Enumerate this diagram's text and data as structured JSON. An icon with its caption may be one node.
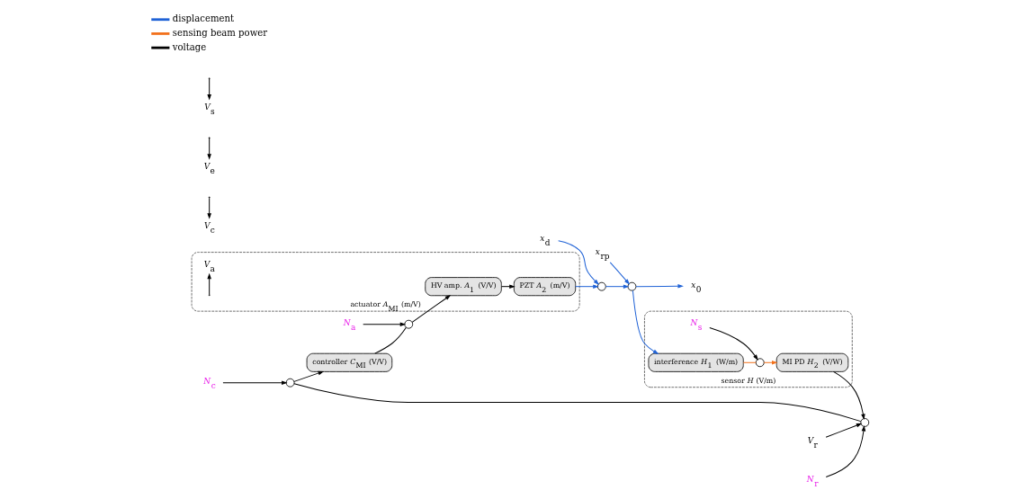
{
  "diagram": {
    "nodes": [
      {
        "text": [
          "*N*$_{c}$"
        ]
      },
      {
        "text": [],
        "shape": "circle"
      },
      {
        "text": [
          "controller *C*$_{MI}$ (V/V)"
        ]
      },
      {
        "text": [
          "*V*$_{c}$"
        ]
      },
      {
        "text": [
          "*N*$_{a}$"
        ]
      },
      {
        "text": [],
        "shape": "circle"
      },
      {
        "text": [
          "actuator *A*$_{MI}$ (m/V)"
        ]
      },
      {
        "text": [
          "HV amp. *A*$_{1}$ (V/V)"
        ],
        "in": 6
      },
      {
        "text": [
          "*V*$_{a}$"
        ],
        "in": 6
      },
      {
        "text": [
          "PZT *A*$_{2}$ (m/V)"
        ],
        "in": 6
      },
      {
        "text": [
          "*x*$_{d}$"
        ]
      },
      {
        "text": [],
        "shape": "circle"
      },
      {
        "text": [
          "*x*$_{rp}$"
        ]
      },
      {
        "text": [],
        "shape": "circle"
      },
      {
        "text": [
          "*V*$_{e}$"
        ]
      },
      {
        "text": [
          "*V*$_{r}$"
        ]
      },
      {
        "text": [],
        "shape": "circle"
      },
      {
        "text": [
          "*N*$_{r}$"
        ]
      },
      {
        "text": [
          "*V*$_{s}$"
        ]
      },
      {
        "text": [
          "sensor *H* (V/m)"
        ]
      },
      {
        "text": [
          "MI PD *H*$_{2}$ (V/W)"
        ],
        "in": 19
      },
      {
        "text": [
          "*N*$_{s}$"
        ],
        "in": 19
      },
      {
        "text": [],
        "shape": "circle",
        "in": 19
      },
      {
        "text": [
          "interference *H*$_{1}$ (W/m)"
        ],
        "in": 19
      },
      {
        "text": [
          "*x*$_{0}$"
        ]
      }
    ],
    "edges": [
      {
        "from": 0,
        "to": 1,
        "arrow": "to"
      },
      {
        "from": 1,
        "to": 2,
        "arrow": "to"
      },
      {
        "from": 2,
        "to": 5,
        "arrow": "none"
      },
      {
        "from": null,
        "to": 3,
        "arrow": "to"
      },
      {
        "from": 4,
        "to": 5,
        "arrow": "to"
      },
      {
        "from": 5,
        "to": 7,
        "arrow": "to"
      },
      {
        "from": 7,
        "to": 9,
        "arrow": "to"
      },
      {
        "from": null,
        "to": 8,
        "arrow": "to"
      },
      {
        "from": 9,
        "to": 11,
        "arrow": "to",
        "color": "#1f62d6"
      },
      {
        "from": 10,
        "to": 11,
        "arrow": "to",
        "color": "#1f62d6"
      },
      {
        "from": 11,
        "to": 13,
        "arrow": "to",
        "color": "#1f62d6"
      },
      {
        "from": 12,
        "to": 13,
        "arrow": "to",
        "color": "#1f62d6"
      },
      {
        "from": 13,
        "to": 24,
        "arrow": "to",
        "color": "#1f62d6"
      },
      {
        "from": 13,
        "to": 23,
        "arrow": "to",
        "color": "#1f62d6"
      },
      {
        "from": 23,
        "to": 22,
        "arrow": "none",
        "color": "#f2711c"
      },
      {
        "from": 21,
        "to": 22,
        "arrow": "to"
      },
      {
        "from": 22,
        "to": 20,
        "arrow": "to",
        "color": "#f2711c"
      },
      {
        "from": 20,
        "to": 16,
        "arrow": "to"
      },
      {
        "from": null,
        "to": 18,
        "arrow": "to"
      },
      {
        "from": 15,
        "to": 16,
        "arrow": "to"
      },
      {
        "from": 17,
        "to": 16,
        "arrow": "to"
      },
      {
        "from": 16,
        "to": 1,
        "arrow": "none"
      },
      {
        "from": null,
        "to": 14,
        "arrow": "to"
      }
    ],
    "legend": [
      {
        "text": "displacement",
        "color": "#1f62d6"
      },
      {
        "text": "sensing beam power",
        "color": "#f2711c"
      },
      {
        "text": "voltage",
        "color": "#000000"
      }
    ]
  }
}
